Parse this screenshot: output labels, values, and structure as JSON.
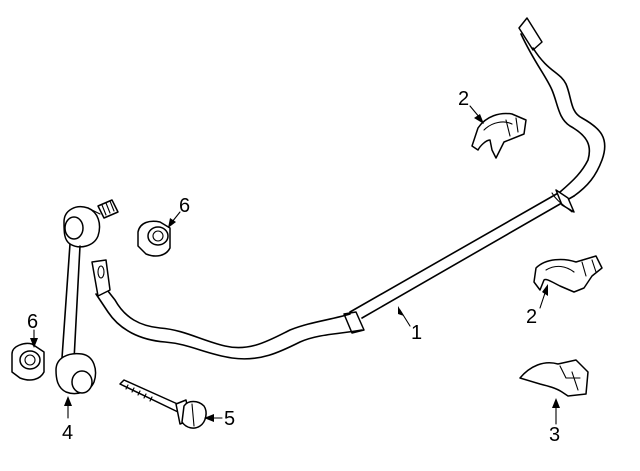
{
  "callouts": {
    "stabilizer_bar": "1",
    "bushing_upper": "2",
    "bushing_lower": "2",
    "bracket": "3",
    "link": "4",
    "bolt": "5",
    "nut_upper": "6",
    "nut_lower": "6"
  }
}
